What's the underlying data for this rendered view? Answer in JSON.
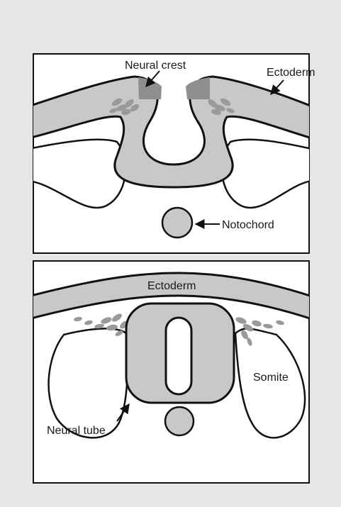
{
  "panels": [
    {
      "labels": {
        "neural_crest": "Neural crest",
        "ectoderm": "Ectoderm",
        "notochord": "Notochord"
      }
    },
    {
      "labels": {
        "ectoderm": "Ectoderm",
        "somite": "Somite",
        "neural_tube": "Neural tube"
      }
    }
  ],
  "colors": {
    "page_background": "#e6e6e6",
    "panel_background": "#ffffff",
    "tissue_fill": "#c8c8c8",
    "neural_crest_fill": "#8e8e8e",
    "migrating_cells": "#999999",
    "outline": "#111111"
  }
}
